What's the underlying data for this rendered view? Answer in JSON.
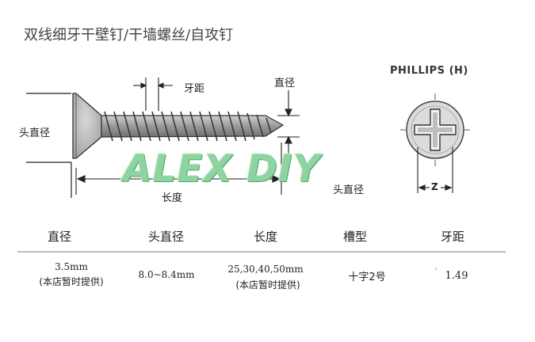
{
  "title": "双线细牙干壁钉/干墙螺丝/自攻钉",
  "diagram": {
    "pitch_label": "牙距",
    "diameter_label": "直径",
    "head_diameter_label_left": "头直径",
    "head_diameter_label_right": "头直径",
    "length_label": "长度",
    "phillips_title": "PHILLIPS (H)",
    "z_label": "Z"
  },
  "watermark": "ALEX DIY",
  "table": {
    "headers": [
      "直径",
      "头直径",
      "长度",
      "槽型",
      "牙距"
    ],
    "row": {
      "diameter_value": "3.5mm",
      "diameter_note": "(本店暂时提供)",
      "head_diameter": "8.0~8.4mm",
      "length_values": "25,30,40,50mm",
      "length_note": "(本店暂时提供)",
      "slot_type": "十字2号",
      "pitch_mark": "'",
      "pitch": "1.49"
    }
  }
}
